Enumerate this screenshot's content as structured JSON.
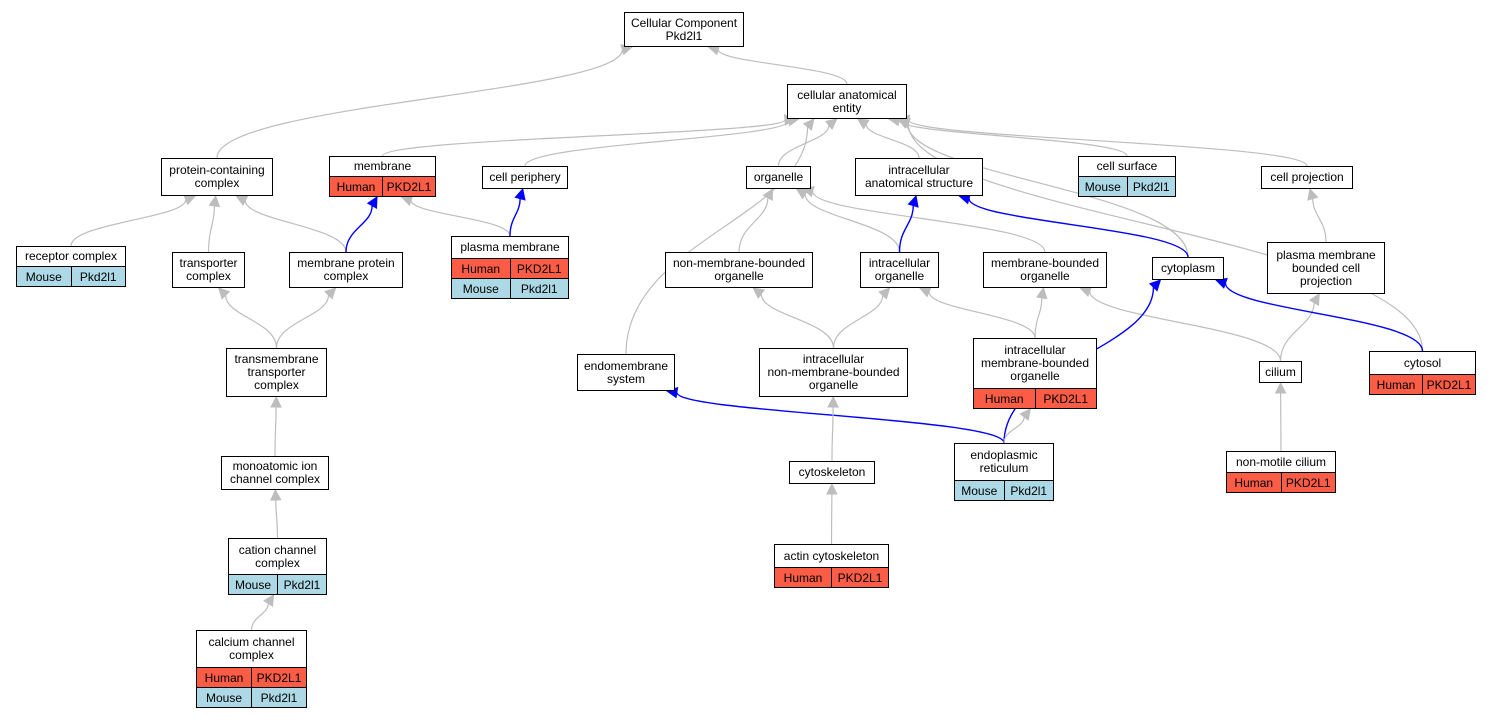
{
  "colors": {
    "human": "#fa5c46",
    "mouse": "#add8e6",
    "edge_gray": "#bdbdbd",
    "edge_blue": "#0000ff"
  },
  "nodes": {
    "root": {
      "label": "Cellular Component\nPkd2l1"
    },
    "cae": {
      "label": "cellular anatomical\nentity"
    },
    "pcc": {
      "label": "protein-containing\ncomplex"
    },
    "membrane": {
      "label": "membrane",
      "rows": [
        [
          "Human",
          "PKD2L1"
        ]
      ]
    },
    "cellper": {
      "label": "cell periphery"
    },
    "organelle": {
      "label": "organelle"
    },
    "ias": {
      "label": "intracellular\nanatomical structure"
    },
    "cellsurf": {
      "label": "cell surface",
      "rows": [
        [
          "Mouse",
          "Pkd2l1"
        ]
      ]
    },
    "cellproj": {
      "label": "cell projection"
    },
    "receptor": {
      "label": "receptor complex",
      "rows": [
        [
          "Mouse",
          "Pkd2l1"
        ]
      ]
    },
    "transporter": {
      "label": "transporter\ncomplex"
    },
    "mpc": {
      "label": "membrane protein\ncomplex"
    },
    "pm": {
      "label": "plasma membrane",
      "rows": [
        [
          "Human",
          "PKD2L1"
        ],
        [
          "Mouse",
          "Pkd2l1"
        ]
      ]
    },
    "nmbo": {
      "label": "non-membrane-bounded\norganelle"
    },
    "io": {
      "label": "intracellular\norganelle"
    },
    "mbo": {
      "label": "membrane-bounded\norganelle"
    },
    "cytoplasm": {
      "label": "cytoplasm"
    },
    "pmbcp": {
      "label": "plasma membrane\nbounded cell\nprojection"
    },
    "tmtc": {
      "label": "transmembrane\ntransporter\ncomplex"
    },
    "endo": {
      "label": "endomembrane\nsystem"
    },
    "innmbo": {
      "label": "intracellular\nnon-membrane-bounded\norganelle"
    },
    "imbo": {
      "label": "intracellular\nmembrane-bounded\norganelle",
      "rows": [
        [
          "Human",
          "PKD2L1"
        ]
      ]
    },
    "cilium": {
      "label": "cilium"
    },
    "cytosol": {
      "label": "cytosol",
      "rows": [
        [
          "Human",
          "PKD2L1"
        ]
      ]
    },
    "er": {
      "label": "endoplasmic\nreticulum",
      "rows": [
        [
          "Mouse",
          "Pkd2l1"
        ]
      ]
    },
    "maicc": {
      "label": "monoatomic ion\nchannel complex"
    },
    "cytoskeleton": {
      "label": "cytoskeleton"
    },
    "nmcilium": {
      "label": "non-motile cilium",
      "rows": [
        [
          "Human",
          "PKD2L1"
        ]
      ]
    },
    "ccc": {
      "label": "cation channel\ncomplex",
      "rows": [
        [
          "Mouse",
          "Pkd2l1"
        ]
      ]
    },
    "actin": {
      "label": "actin cytoskeleton",
      "rows": [
        [
          "Human",
          "PKD2L1"
        ]
      ]
    },
    "calcium": {
      "label": "calcium channel\ncomplex",
      "rows": [
        [
          "Human",
          "PKD2L1"
        ],
        [
          "Mouse",
          "Pkd2l1"
        ]
      ]
    }
  },
  "edges": [
    [
      "cae",
      "root",
      "gray"
    ],
    [
      "pcc",
      "root",
      "gray"
    ],
    [
      "membrane",
      "cae",
      "gray"
    ],
    [
      "cellper",
      "cae",
      "gray"
    ],
    [
      "organelle",
      "cae",
      "gray"
    ],
    [
      "ias",
      "cae",
      "gray"
    ],
    [
      "cellsurf",
      "cae",
      "gray"
    ],
    [
      "cellproj",
      "cae",
      "gray"
    ],
    [
      "endo",
      "cae",
      "gray"
    ],
    [
      "cytoplasm",
      "cae",
      "gray"
    ],
    [
      "cytosol",
      "cae",
      "gray"
    ],
    [
      "receptor",
      "pcc",
      "gray"
    ],
    [
      "transporter",
      "pcc",
      "gray"
    ],
    [
      "mpc",
      "pcc",
      "gray"
    ],
    [
      "pm",
      "membrane",
      "gray"
    ],
    [
      "mpc",
      "membrane",
      "blue"
    ],
    [
      "pm",
      "cellper",
      "blue"
    ],
    [
      "nmbo",
      "organelle",
      "gray"
    ],
    [
      "io",
      "organelle",
      "gray"
    ],
    [
      "mbo",
      "organelle",
      "gray"
    ],
    [
      "io",
      "ias",
      "blue"
    ],
    [
      "cytoplasm",
      "ias",
      "blue"
    ],
    [
      "pmbcp",
      "cellproj",
      "gray"
    ],
    [
      "tmtc",
      "transporter",
      "gray"
    ],
    [
      "tmtc",
      "mpc",
      "gray"
    ],
    [
      "innmbo",
      "nmbo",
      "gray"
    ],
    [
      "innmbo",
      "io",
      "gray"
    ],
    [
      "imbo",
      "io",
      "gray"
    ],
    [
      "imbo",
      "mbo",
      "gray"
    ],
    [
      "cilium",
      "mbo",
      "gray"
    ],
    [
      "cilium",
      "pmbcp",
      "gray"
    ],
    [
      "cytosol",
      "cytoplasm",
      "blue"
    ],
    [
      "er",
      "cytoplasm",
      "blue"
    ],
    [
      "er",
      "endo",
      "blue"
    ],
    [
      "er",
      "imbo",
      "gray"
    ],
    [
      "maicc",
      "tmtc",
      "gray"
    ],
    [
      "cytoskeleton",
      "innmbo",
      "gray"
    ],
    [
      "nmcilium",
      "cilium",
      "gray"
    ],
    [
      "ccc",
      "maicc",
      "gray"
    ],
    [
      "actin",
      "cytoskeleton",
      "gray"
    ],
    [
      "calcium",
      "ccc",
      "gray"
    ]
  ]
}
